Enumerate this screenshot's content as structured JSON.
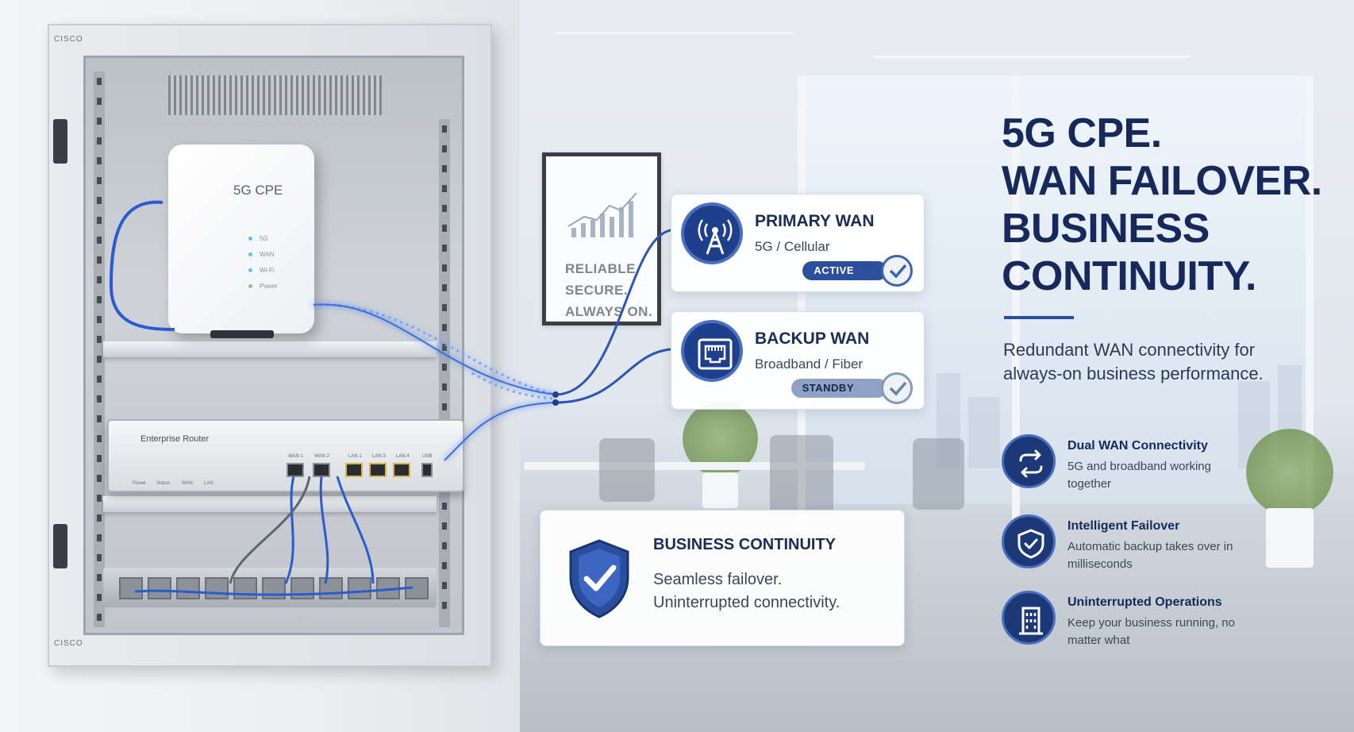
{
  "cabinet": {
    "brand_top": "CISCO",
    "brand_bottom": "CISCO"
  },
  "cpe": {
    "label": "5G CPE",
    "leds": [
      "5G",
      "WAN",
      "Wi-Fi",
      "Power"
    ]
  },
  "router": {
    "name": "Enterprise Router",
    "ports": [
      "WAN 1",
      "WAN 2",
      "LAN 1",
      "LAN 3",
      "LAN 4",
      "USB"
    ],
    "leds": [
      "Power",
      "Status",
      "WAN",
      "LAN"
    ]
  },
  "poster": {
    "lines": [
      "RELIABLE.",
      "SECURE.",
      "ALWAYS ON."
    ]
  },
  "primary_wan": {
    "title": "PRIMARY WAN",
    "subtitle": "5G / Cellular",
    "status": "ACTIVE",
    "icon": "cell-tower-icon"
  },
  "backup_wan": {
    "title": "BACKUP WAN",
    "subtitle": "Broadband / Fiber",
    "status": "STANDBY",
    "icon": "ethernet-port-icon"
  },
  "business_continuity": {
    "title": "BUSINESS CONTINUITY",
    "line1": "Seamless failover.",
    "line2": "Uninterrupted connectivity.",
    "icon": "shield-check-icon"
  },
  "headline": {
    "line1": "5G CPE.",
    "line2": "WAN FAILOVER.",
    "line3": "BUSINESS",
    "line4": "CONTINUITY."
  },
  "subhead": "Redundant WAN connectivity for always-on business performance.",
  "features": [
    {
      "title": "Dual WAN Connectivity",
      "desc": "5G and broadband working together",
      "icon": "swap-arrows-icon"
    },
    {
      "title": "Intelligent Failover",
      "desc": "Automatic backup takes over in milliseconds",
      "icon": "shield-check-icon"
    },
    {
      "title": "Uninterrupted Operations",
      "desc": "Keep your business running, no matter what",
      "icon": "building-icon"
    }
  ],
  "colors": {
    "navy": "#16295a",
    "accent": "#2c4f9c",
    "glow": "#5b8cff"
  }
}
